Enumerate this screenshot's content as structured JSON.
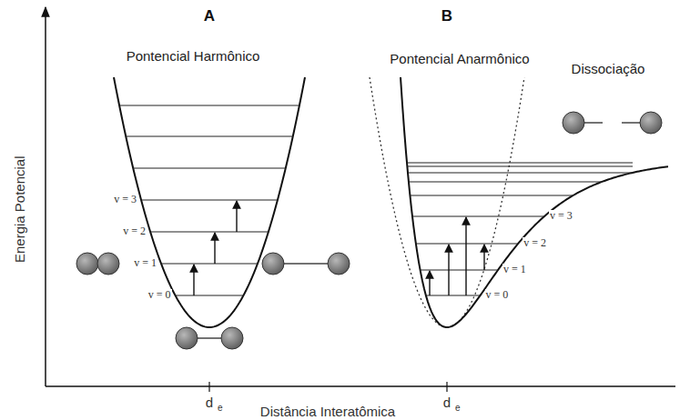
{
  "diagram": {
    "labels": [
      "A",
      "B",
      "Pontencial Harmônico",
      "Pontencial Anarmônico",
      "Dissociação",
      "v = 3",
      "v = 2",
      "v = 1",
      "v = 0",
      "v = 3",
      "v = 2",
      "v = 1",
      "v = 0",
      "Energia Potencial",
      "d",
      "e",
      "d",
      "e",
      "Distância Interatômica"
    ]
  }
}
